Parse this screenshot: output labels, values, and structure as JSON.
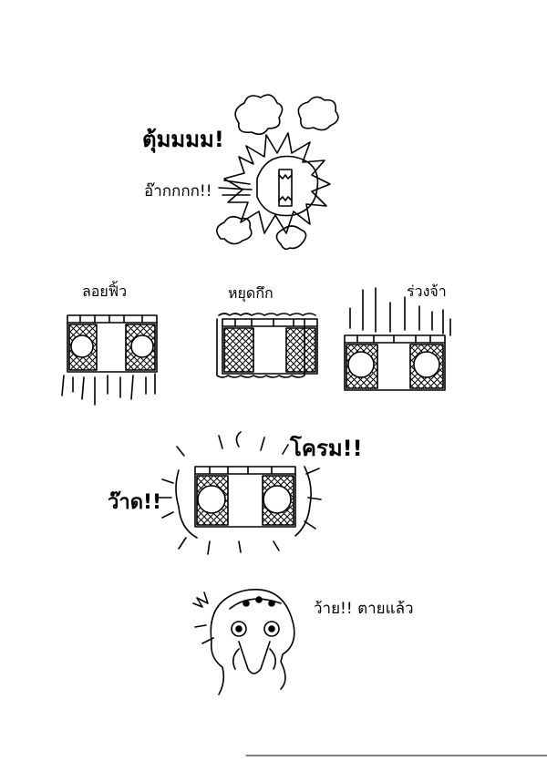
{
  "panels": {
    "explosion": {
      "sfx_big": "ตุ้มมมม!",
      "sfx_scream": "อ๊ากกกก!!"
    },
    "float": {
      "label": "ลอยฟิ้ว"
    },
    "stop": {
      "label": "หยุดกึก"
    },
    "fall": {
      "label": "ร่วงจ้า"
    },
    "crash": {
      "sfx_crash": "โครม!!",
      "sfx_smash": "ว๊าด!!"
    },
    "dead": {
      "line": "ว้าย!! ตายแล้ว"
    }
  }
}
